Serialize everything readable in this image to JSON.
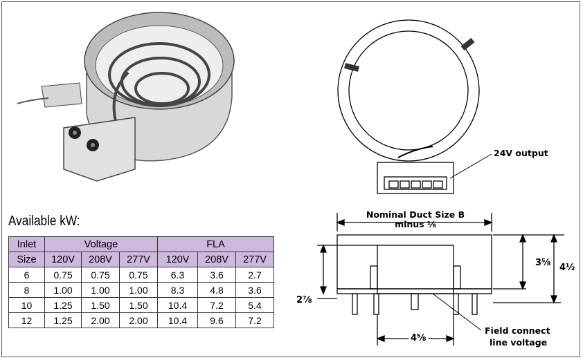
{
  "title": "Available kW:",
  "table": {
    "h1": [
      "Inlet",
      "Voltage",
      "FLA"
    ],
    "h2": [
      "Size",
      "120V",
      "208V",
      "277V",
      "120V",
      "208V",
      "277V"
    ],
    "rows": [
      [
        "6",
        "0.75",
        "0.75",
        "0.75",
        "6.3",
        "3.6",
        "2.7"
      ],
      [
        "8",
        "1.00",
        "1.00",
        "1.00",
        "8.3",
        "4.8",
        "3.6"
      ],
      [
        "10",
        "1.25",
        "1.50",
        "1.50",
        "10.4",
        "7.2",
        "5.4"
      ],
      [
        "12",
        "1.25",
        "2.00",
        "2.00",
        "10.4",
        "9.6",
        "7.2"
      ]
    ]
  },
  "diagram": {
    "output_label": "24V output",
    "duct_label_line1": "Nominal Duct Size B",
    "duct_label_line2": "minus ⅛",
    "dim_height_inner": "3⅝",
    "dim_height_total": "4½",
    "dim_left": "2⅞",
    "dim_bottom": "4⅝",
    "field_line1": "Field connect",
    "field_line2": "line voltage"
  },
  "colors": {
    "header_purple": "#cdb8de"
  }
}
